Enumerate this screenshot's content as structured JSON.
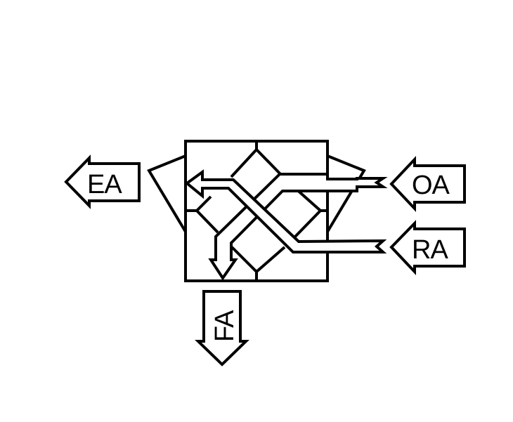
{
  "diagram": {
    "labels": {
      "exhaust_air": "EA",
      "outdoor_air": "OA",
      "return_air": "RA",
      "supply_air": "FA"
    },
    "colors": {
      "stroke": "#000000",
      "fill": "#ffffff"
    }
  }
}
